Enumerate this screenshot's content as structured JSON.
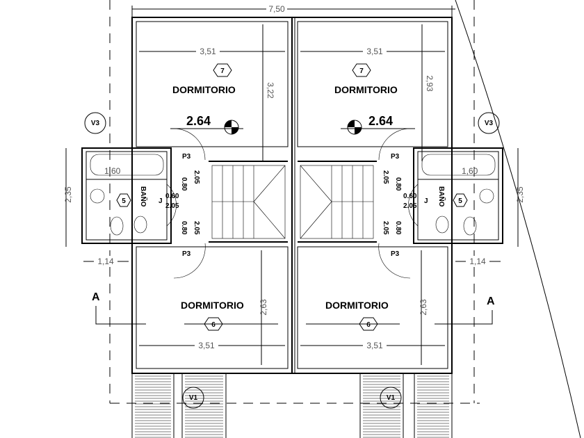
{
  "plan": {
    "overall_width": "7,50",
    "units": [
      {
        "upper_room": {
          "name": "DORMITORIO",
          "number": "7",
          "width": "3,51",
          "depth": "3,22"
        },
        "lower_room": {
          "name": "DORMITORIO",
          "number": "6",
          "width": "3,51",
          "depth": "2,63"
        },
        "bath": {
          "name": "BAÑO",
          "number": "5",
          "tub": "1,60",
          "depth": "2,35",
          "offset": "1,14"
        },
        "level": "2.64",
        "doors": {
          "label": "P3",
          "width": "0.80",
          "height": "2.05",
          "window": "J",
          "window_w": "0.60",
          "window_h": "2.05"
        },
        "window_top": "V3",
        "window_bottom": "V1"
      },
      {
        "upper_room": {
          "name": "DORMITORIO",
          "number": "7",
          "width": "3,51",
          "depth": "2,93"
        },
        "lower_room": {
          "name": "DORMITORIO",
          "number": "6",
          "width": "3,51",
          "depth": "2,63"
        },
        "bath": {
          "name": "BAÑO",
          "number": "5",
          "tub": "1,60",
          "depth": "2,35",
          "offset": "1,14"
        },
        "level": "2.64",
        "doors": {
          "label": "P3",
          "width": "0.80",
          "height": "2.05",
          "window": "J",
          "window_w": "0.60",
          "window_h": "2.05"
        },
        "window_top": "V3",
        "window_bottom": "V1"
      }
    ],
    "section_label": "A"
  }
}
